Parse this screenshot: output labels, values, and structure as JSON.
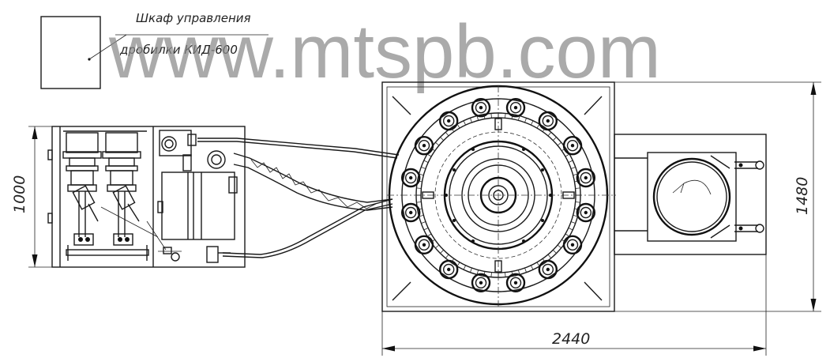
{
  "label": {
    "line1": "Шкаф управления",
    "line2": "дробилки КИД-600"
  },
  "dimensions": {
    "height_left": "1000",
    "height_right": "1480",
    "width_bottom": "2440"
  },
  "watermark": "www.mtspb.com",
  "colors": {
    "ink": "#1a1a1a",
    "watermark": "#8a8a8a",
    "background": "#ffffff"
  }
}
